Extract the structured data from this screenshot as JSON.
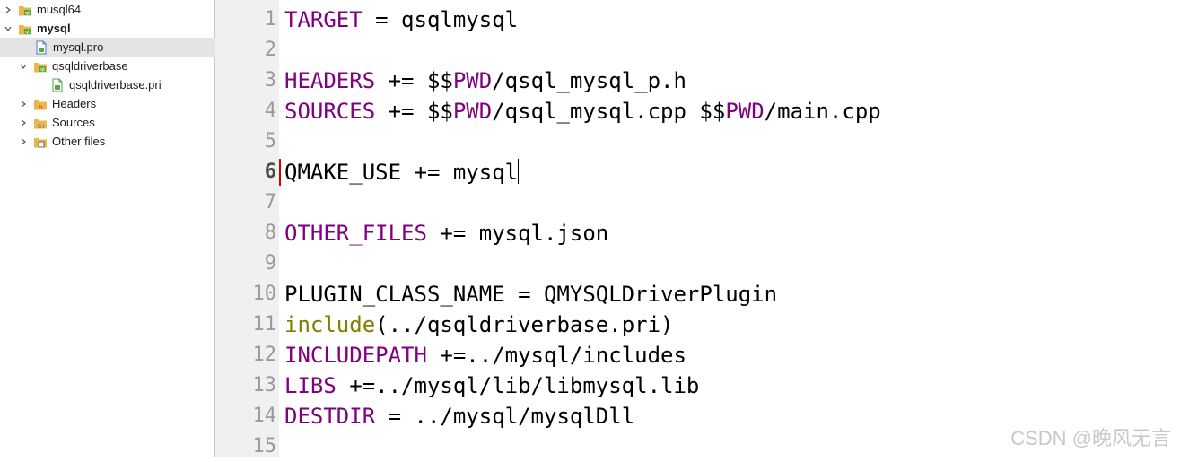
{
  "tree": {
    "items": [
      {
        "label": "musql64",
        "level": 0,
        "expanded": false,
        "icon": "qt-project-icon"
      },
      {
        "label": "mysql",
        "level": 0,
        "expanded": true,
        "icon": "qt-project-icon",
        "bold": true
      },
      {
        "label": "mysql.pro",
        "level": 1,
        "icon": "pro-file-icon",
        "selected": true
      },
      {
        "label": "qsqldriverbase",
        "level": 1,
        "expanded": true,
        "icon": "qt-project-icon"
      },
      {
        "label": "qsqldriverbase.pri",
        "level": 2,
        "icon": "pri-file-icon"
      },
      {
        "label": "Headers",
        "level": 1,
        "expanded": false,
        "icon": "headers-folder-icon"
      },
      {
        "label": "Sources",
        "level": 1,
        "expanded": false,
        "icon": "sources-folder-icon"
      },
      {
        "label": "Other files",
        "level": 1,
        "expanded": false,
        "icon": "other-files-folder-icon"
      }
    ]
  },
  "editor": {
    "current_line": 6,
    "lines": [
      {
        "num": "1",
        "parts": [
          {
            "t": "TARGET",
            "c": "kw"
          },
          {
            "t": " = qsqlmysql"
          }
        ]
      },
      {
        "num": "2",
        "parts": []
      },
      {
        "num": "3",
        "parts": [
          {
            "t": "HEADERS",
            "c": "kw"
          },
          {
            "t": " += $$"
          },
          {
            "t": "PWD",
            "c": "kw"
          },
          {
            "t": "/qsql_mysql_p.h"
          }
        ]
      },
      {
        "num": "4",
        "parts": [
          {
            "t": "SOURCES",
            "c": "kw"
          },
          {
            "t": " += $$"
          },
          {
            "t": "PWD",
            "c": "kw"
          },
          {
            "t": "/qsql_mysql.cpp $$"
          },
          {
            "t": "PWD",
            "c": "kw"
          },
          {
            "t": "/main.cpp"
          }
        ]
      },
      {
        "num": "5",
        "parts": []
      },
      {
        "num": "6",
        "parts": [
          {
            "t": "QMAKE_USE += mysql"
          }
        ],
        "caret": true
      },
      {
        "num": "7",
        "parts": []
      },
      {
        "num": "8",
        "parts": [
          {
            "t": "OTHER_FILES",
            "c": "kw"
          },
          {
            "t": " += mysql.json"
          }
        ]
      },
      {
        "num": "9",
        "parts": []
      },
      {
        "num": "10",
        "parts": [
          {
            "t": "PLUGIN_CLASS_NAME = QMYSQLDriverPlugin"
          }
        ]
      },
      {
        "num": "11",
        "parts": [
          {
            "t": "include",
            "c": "fn"
          },
          {
            "t": "(../qsqldriverbase.pri)"
          }
        ]
      },
      {
        "num": "12",
        "parts": [
          {
            "t": "INCLUDEPATH",
            "c": "kw"
          },
          {
            "t": " +=../mysql/includes"
          }
        ]
      },
      {
        "num": "13",
        "parts": [
          {
            "t": "LIBS",
            "c": "kw"
          },
          {
            "t": " +=../mysql/lib/libmysql.lib"
          }
        ]
      },
      {
        "num": "14",
        "parts": [
          {
            "t": "DESTDIR",
            "c": "kw"
          },
          {
            "t": " = ../mysql/mysqlDll"
          }
        ]
      },
      {
        "num": "15",
        "parts": []
      }
    ]
  },
  "watermark": "CSDN @晚风无言",
  "colors": {
    "keyword": "#800080",
    "function": "#808000",
    "gutter_bg": "#f0f0f0",
    "selected_bg": "#e4e4e4",
    "current_line_marker": "#d40000"
  }
}
